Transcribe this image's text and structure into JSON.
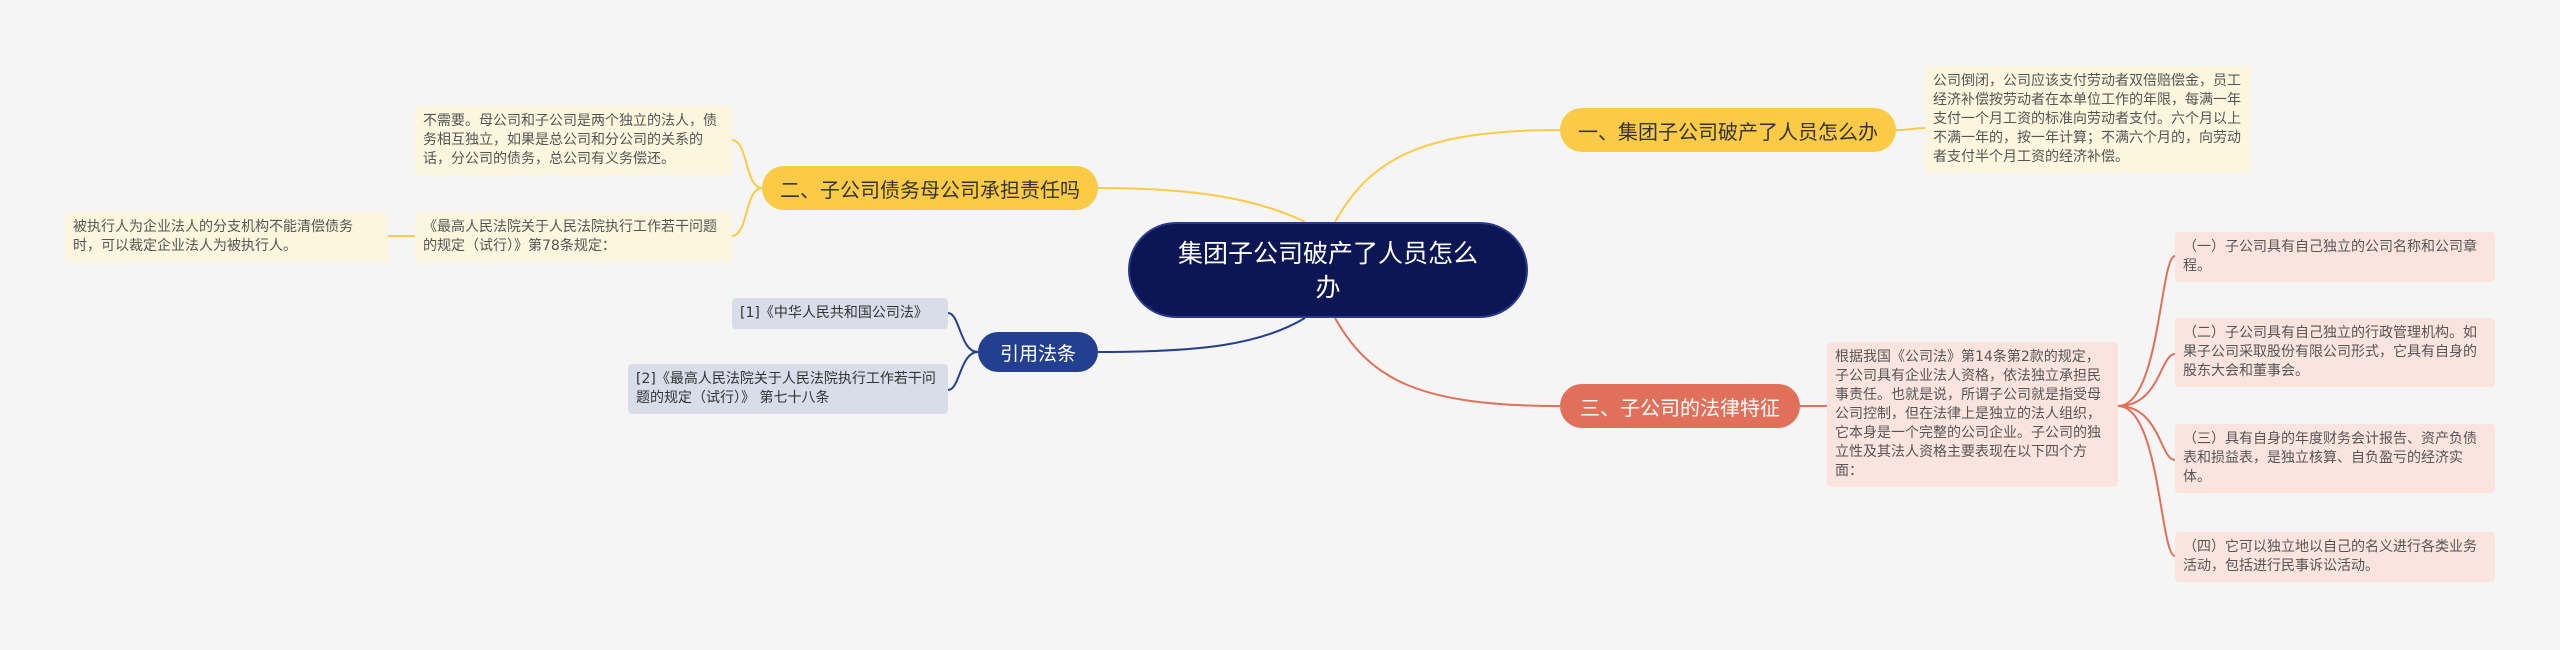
{
  "root": {
    "title": "集团子公司破产了人员怎么办"
  },
  "branch1": {
    "label": "一、集团子公司破产了人员怎么办",
    "note": "公司倒闭，公司应该支付劳动者双倍赔偿金，员工经济补偿按劳动者在本单位工作的年限，每满一年支付一个月工资的标准向劳动者支付。六个月以上不满一年的，按一年计算；不满六个月的，向劳动者支付半个月工资的经济补偿。"
  },
  "branch2": {
    "label": "二、子公司债务母公司承担责任吗",
    "note1": "不需要。母公司和子公司是两个独立的法人，债务相互独立，如果是总公司和分公司的关系的话，分公司的债务，总公司有义务偿还。",
    "note2": "《最高人民法院关于人民法院执行工作若干问题的规定（试行）》第78条规定：",
    "note3": "被执行人为企业法人的分支机构不能清偿债务时，可以裁定企业法人为被执行人。"
  },
  "branch3": {
    "label": "三、子公司的法律特征",
    "note": "根据我国《公司法》第14条第2款的规定，子公司具有企业法人资格，依法独立承担民事责任。也就是说，所谓子公司就是指受母公司控制，但在法律上是独立的法人组织，它本身是一个完整的公司企业。子公司的独立性及其法人资格主要表现在以下四个方面：",
    "items": [
      "（一）子公司具有自己独立的公司名称和公司章程。",
      "（二）子公司具有自己独立的行政管理机构。如果子公司采取股份有限公司形式，它具有自身的股东大会和董事会。",
      "（三）具有自身的年度财务会计报告、资产负债表和损益表，是独立核算、自负盈亏的经济实体。",
      "（四）它可以独立地以自己的名义进行各类业务活动，包括进行民事诉讼活动。"
    ]
  },
  "branch4": {
    "label": "引用法条",
    "refs": [
      "[1]《中华人民共和国公司法》",
      "[2]《最高人民法院关于人民法院执行工作若干问题的规定（试行）》 第七十八条"
    ]
  },
  "colors": {
    "center": "#0c1654",
    "yellow": "#fbcb48",
    "red": "#e0705a",
    "blue": "#233f8f",
    "yellow_note": "#fdf6df",
    "red_note": "#fbe4de",
    "blue_note": "#d9ddea"
  }
}
